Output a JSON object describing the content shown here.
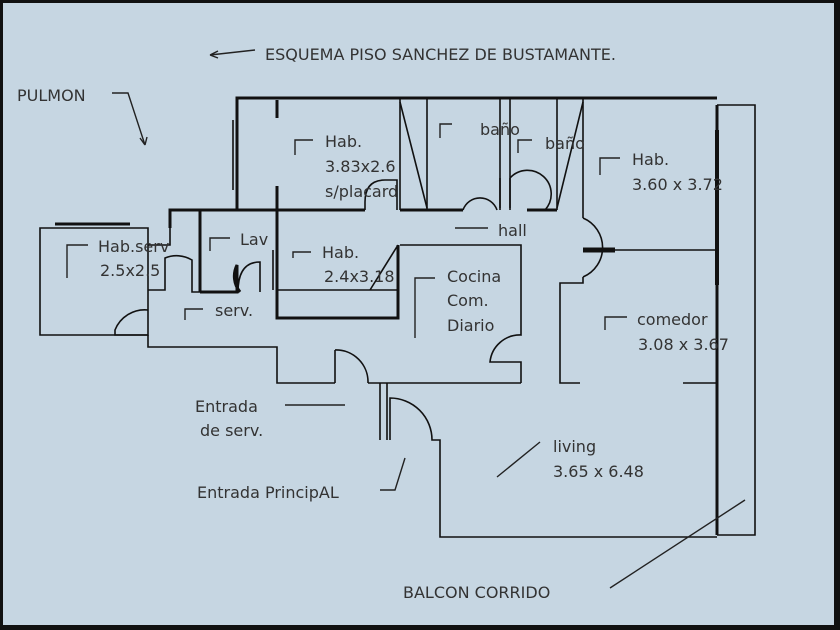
{
  "title": "ESQUEMA PISO SANCHEZ DE BUSTAMANTE.",
  "colors": {
    "background": "#c6d6e2",
    "frame": "#111111",
    "walls": "#111111"
  },
  "labels": {
    "pulmon": "PULMON",
    "hab1": [
      "Hab.",
      "3.83x2.6",
      "s/placard"
    ],
    "bano1": "baño",
    "bano2": "baño",
    "hab2": [
      "Hab.",
      "3.60 x 3.72"
    ],
    "hall": "hall",
    "hab_serv": [
      "Hab.serv",
      "2.5x2.5"
    ],
    "lav": "Lav",
    "hab3": [
      "Hab.",
      "2.4x3.18"
    ],
    "cocina": [
      "Cocina",
      "Com.",
      "Diario"
    ],
    "serv": "serv.",
    "comedor": [
      "comedor",
      "3.08 x 3.67"
    ],
    "entrada_serv": [
      "Entrada",
      "de serv."
    ],
    "living": [
      "living",
      "3.65 x 6.48"
    ],
    "entrada_principal": "Entrada PrincipAL",
    "balcon": "BALCON CORRIDO"
  }
}
